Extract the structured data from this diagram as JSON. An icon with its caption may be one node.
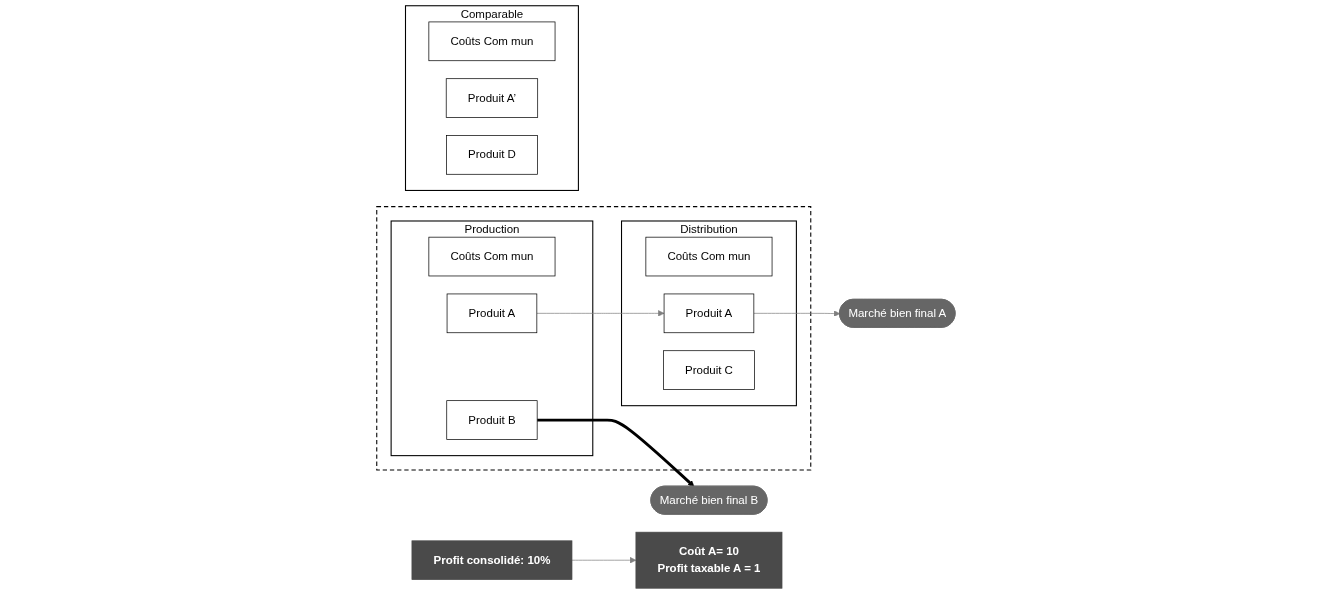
{
  "diagram": {
    "nodes": [
      {
        "text": [],
        "shape": "box"
      },
      {
        "text": [
          "Production"
        ],
        "in": 0
      },
      {
        "text": [
          "Coûts Com mun"
        ],
        "in": 1
      },
      {
        "text": [
          "Produit A"
        ],
        "in": 1
      },
      {
        "text": [
          "Produit B"
        ],
        "in": 1
      },
      {
        "text": [
          "Distribution"
        ],
        "in": 0
      },
      {
        "text": [
          "Coûts Com mun"
        ],
        "in": 5
      },
      {
        "text": [
          "Produit A"
        ],
        "in": 5
      },
      {
        "text": [
          "Produit C"
        ],
        "in": 5
      },
      {
        "text": [
          "Marché bien final A"
        ]
      },
      {
        "text": [
          "Marché bien final B"
        ]
      },
      {
        "text": [
          "Coût A= 10",
          "Profit taxable A = 1"
        ]
      },
      {
        "text": [
          "Comparable"
        ]
      },
      {
        "text": [
          "Coûts Com mun"
        ],
        "in": 12
      },
      {
        "text": [
          "Produit A’"
        ],
        "in": 12
      },
      {
        "text": [
          "Produit D"
        ],
        "in": 12
      },
      {
        "text": [
          "Profit consolidé: 10%"
        ]
      }
    ],
    "edges": [
      {
        "from": 3,
        "to": 7,
        "arrow": "to"
      },
      {
        "from": 7,
        "to": 9,
        "arrow": "to"
      },
      {
        "from": 4,
        "to": 10,
        "arrow": "to",
        "style": "thick",
        "color": "#000000"
      },
      {
        "from": 16,
        "to": 11,
        "arrow": "to"
      }
    ]
  }
}
